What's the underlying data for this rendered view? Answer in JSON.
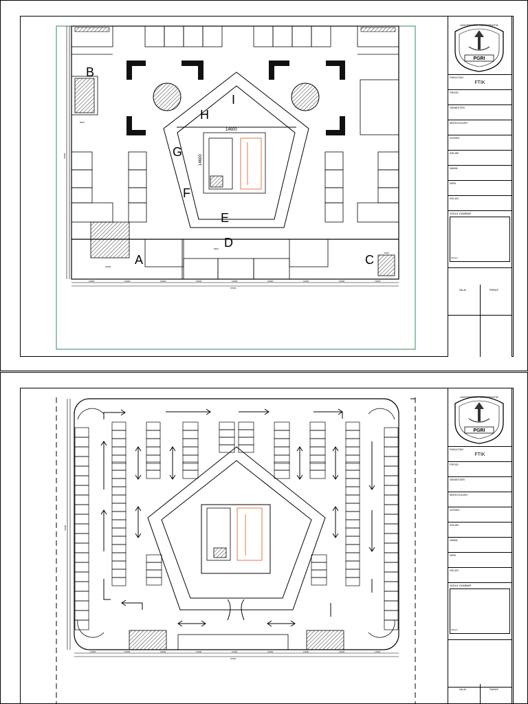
{
  "titleblock": {
    "logo": {
      "arc_text": "UNIVERSITAS INDRAPRASTA",
      "banner": "PGRI"
    },
    "fields": [
      {
        "label": "FAKULTAS",
        "value": "FTIK"
      },
      {
        "label": "PRODI",
        "value": ""
      },
      {
        "label": "SEMESTER",
        "value": ""
      },
      {
        "label": "MATA KULIAH",
        "value": ""
      },
      {
        "label": "DOSEN",
        "value": ""
      },
      {
        "label": "ASLAB",
        "value": ""
      },
      {
        "label": "NAMA",
        "value": ""
      },
      {
        "label": "NPM",
        "value": ""
      },
      {
        "label": "KELAS",
        "value": ""
      }
    ],
    "judul_label": "JUDUL GAMBAR",
    "skala_label": "SKALA",
    "nilai_label": "NILAI",
    "paraf_label": "PARAF"
  },
  "sheet1": {
    "zone_labels": [
      "A",
      "B",
      "C",
      "D",
      "E",
      "F",
      "G",
      "H",
      "I"
    ],
    "center_dim_h": "14600",
    "center_dim_v": "14600",
    "bottom_dims": [
      "12500",
      "10000",
      "10000",
      "10000",
      "12500",
      "10000",
      "10000",
      "10000",
      "12500"
    ],
    "total_dim": "97000",
    "left_dim": "79000",
    "small_dims": [
      "5000",
      "10000",
      "5000",
      "5000"
    ]
  },
  "sheet2": {
    "bottom_dims": [
      "12500",
      "10000",
      "10000",
      "10000",
      "12500",
      "10000",
      "10000",
      "10000",
      "12500"
    ],
    "total_dim": "97000",
    "left_dim": "79000"
  }
}
